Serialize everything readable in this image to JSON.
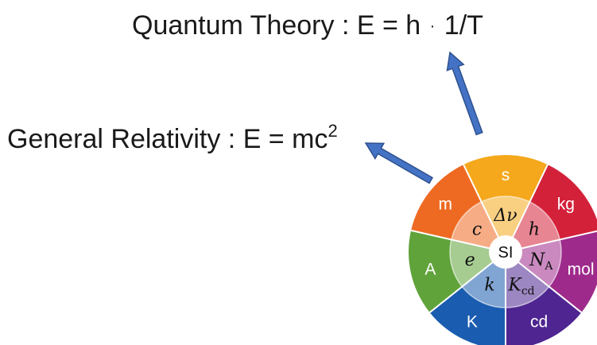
{
  "quantum": {
    "name": "Quantum Theory",
    "sep": " : ",
    "lhs": "E = h",
    "dot": "·",
    "rhs": "1/T"
  },
  "relativity": {
    "name": "General Relativity",
    "sep": " : ",
    "lhs": "E = mc",
    "exp": "2"
  },
  "si_wheel": {
    "center": "SI",
    "sectors": [
      {
        "unit": "s",
        "constant": "Δν",
        "sub": "",
        "color": "#f5a81c"
      },
      {
        "unit": "kg",
        "constant": "h",
        "sub": "",
        "color": "#d4213a"
      },
      {
        "unit": "mol",
        "constant": "N",
        "sub": "A",
        "color": "#9e2b8c"
      },
      {
        "unit": "cd",
        "constant": "K",
        "sub": "cd",
        "color": "#4e2591"
      },
      {
        "unit": "K",
        "constant": "k",
        "sub": "",
        "color": "#1a5caf"
      },
      {
        "unit": "A",
        "constant": "e",
        "sub": "",
        "color": "#60a33a"
      },
      {
        "unit": "m",
        "constant": "c",
        "sub": "",
        "color": "#ee6a22"
      }
    ]
  },
  "arrow_color": "#4472c4"
}
